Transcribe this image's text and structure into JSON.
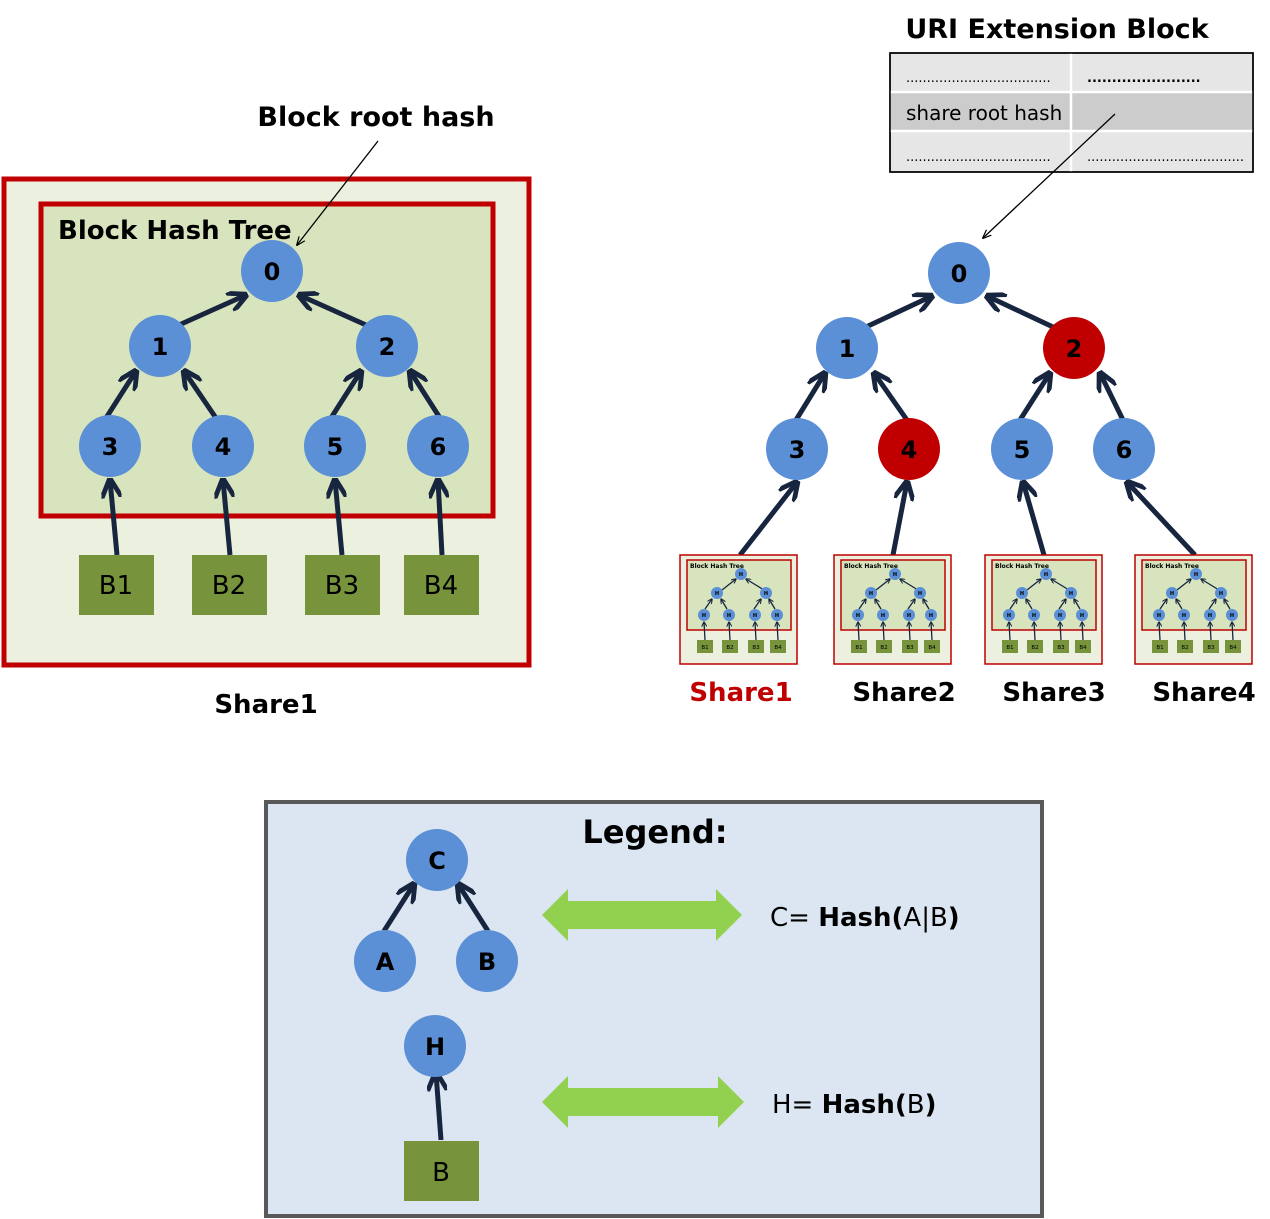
{
  "left": {
    "root_annotation": "Block root hash",
    "tree_title": "Block Hash Tree",
    "nodes": [
      "0",
      "1",
      "2",
      "3",
      "4",
      "5",
      "6"
    ],
    "blocks": [
      "B1",
      "B2",
      "B3",
      "B4"
    ],
    "share_label": "Share1"
  },
  "right": {
    "uri_title": "URI Extension Block",
    "uri_table": {
      "rows": [
        [
          "...................................",
          "......................."
        ],
        [
          "share root hash",
          ""
        ],
        [
          "...................................",
          "......................................"
        ]
      ]
    },
    "nodes": [
      "0",
      "1",
      "2",
      "3",
      "4",
      "5",
      "6"
    ],
    "highlighted_nodes": [
      "2",
      "4"
    ],
    "shares": [
      "Share1",
      "Share2",
      "Share3",
      "Share4"
    ],
    "highlighted_share": "Share1",
    "mini_tree": {
      "title": "Block Hash Tree",
      "node_label": "H",
      "blocks": [
        "B1",
        "B2",
        "B3",
        "B4"
      ]
    }
  },
  "legend": {
    "title": "Legend:",
    "tree_nodes": [
      "C",
      "A",
      "B"
    ],
    "formula1_prefix": "C= ",
    "formula1_bold": "Hash(",
    "formula1_args": "A|B",
    "formula1_close": ")",
    "hash_node": "H",
    "block_label": "B",
    "formula2_prefix": "H= ",
    "formula2_bold": "Hash(",
    "formula2_args": "B",
    "formula2_close": ")"
  },
  "colors": {
    "node_blue": "#5b8fd6",
    "node_red": "#c00000",
    "block_green": "#77933c",
    "frame_red": "#c00000",
    "tree_bg": "#d7e4bd",
    "share_bg": "#ebf1de",
    "legend_bg": "#dce6f2",
    "arrow_green": "#92d050",
    "arrow_dark": "#17253f"
  }
}
